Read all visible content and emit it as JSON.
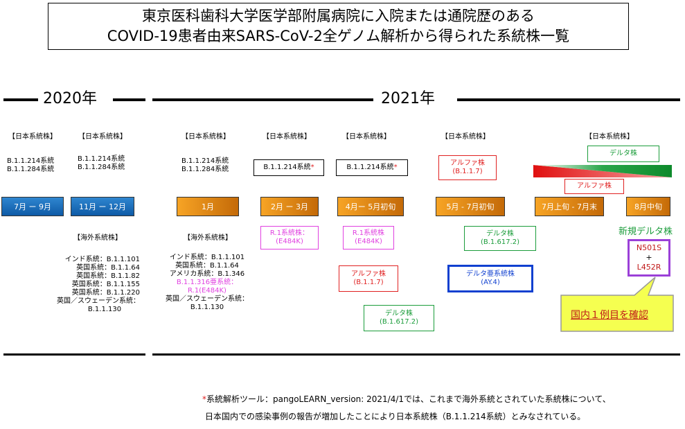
{
  "title": {
    "line1": "東京医科歯科大学医学部附属病院に入院または通院歴のある",
    "line2": "COVID-19患者由来SARS-CoV-2全ゲノム解析から得られた系統株一覧"
  },
  "years": {
    "y2020": "2020年",
    "y2021": "2021年"
  },
  "labels": {
    "japan": "【日本系統株】",
    "overseas": "【海外系統株】"
  },
  "columns": {
    "c1": {
      "lines": [
        "B.1.1.214系統",
        "B.1.1.284系統"
      ],
      "period": "7月 ー 9月"
    },
    "c2": {
      "lines": [
        "B.1.1.214系統",
        "B.1.1.284系統"
      ],
      "period": "11月 ー 12月",
      "overseas": [
        "インド系統：B.1.1.101",
        "英国系統：B.1.1.64",
        "英国系統：B.1.1.82",
        "英国系統：B.1.1.155",
        "英国系統：B.1.1.220",
        "英国／スウェーデン系統：",
        "B.1.1.130"
      ]
    },
    "c3": {
      "lines": [
        "B.1.1.214系統",
        "B.1.1.284系統"
      ],
      "period": "1月",
      "overseas": [
        "インド系統：B.1.1.101",
        "英国系統：B.1.1.64",
        "アメリカ系統：B.1.346"
      ],
      "overseas_pink": [
        "B.1.1.316亜系統：",
        "R.1(E484K)"
      ],
      "overseas_tail": [
        "英国／スウェーデン系統：",
        "B.1.1.130"
      ]
    },
    "c4": {
      "box": "B.1.1.214系統",
      "asterisk": "*",
      "period": "2月 ー 3月",
      "r1_line1": "R.1系統株：",
      "r1_line2": "(E484K)"
    },
    "c5": {
      "box": "B.1.1.214系統",
      "asterisk": "*",
      "period": "4月ー 5月初旬",
      "r1_line1": "R.1系統株",
      "r1_line2": "(E484K)",
      "alpha_line1": "アルファ株",
      "alpha_line2": "(B.1.1.7)",
      "delta_line1": "デルタ株",
      "delta_line2": "(B.1.617.2)"
    },
    "c6": {
      "alpha_line1": "アルファ株",
      "alpha_line2": "(B.1.1.7)",
      "period": "5月 - 7月初旬",
      "delta_line1": "デルタ株",
      "delta_line2": "(B.1.617.2)",
      "ay_line1": "デルタ亜系統株",
      "ay_line2": "(AY.4)"
    },
    "c7": {
      "delta": "デルタ株",
      "alpha": "アルファ株",
      "period1": "7月上旬 - 7月末",
      "period2": "8月中旬",
      "new_delta": "新規デルタ株",
      "mut1": "N501S",
      "plus": "+",
      "mut2": "L452R",
      "callout": "国内１例目を確認"
    }
  },
  "footnote": {
    "asterisk": "*",
    "line1": "系統解析ツール：pangoLEARN_version: 2021/4/1では、これまで海外系統とされていた系統株について、",
    "line2": "日本国内での感染事例の報告が増加したことにより日本系統株（B.1.1.214系統）とみなされている。"
  },
  "colors": {
    "red": "#e02020",
    "green": "#1a9c3a",
    "pink": "#e040e0",
    "blue": "#1040d0",
    "purple": "#9b40d8",
    "darkred": "#c01818",
    "callout_bg": "#f5ff50"
  }
}
